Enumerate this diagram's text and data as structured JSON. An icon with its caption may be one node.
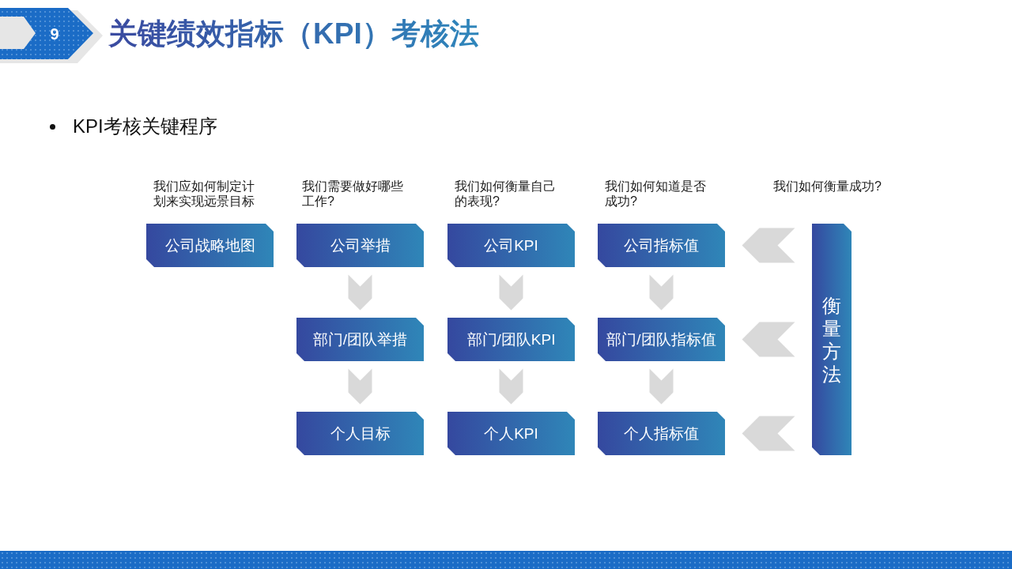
{
  "diagram": {
    "title": "关键绩效指标（KPI）考核法",
    "nodes": [
      {
        "text": [
          "公司战略地图"
        ],
        "beside": [
          "我们应如何制定计划来实现远景目标"
        ]
      },
      {
        "text": [
          "公司举措"
        ],
        "beside": [
          "我们需要做好哪些工作?"
        ]
      },
      {
        "text": [
          "公司KPI"
        ],
        "beside": [
          "我们如何衡量自己的表现?"
        ]
      },
      {
        "text": [
          "公司指标值"
        ],
        "beside": [
          "我们如何知道是否成功?"
        ]
      },
      {
        "text": [
          "衡量方法"
        ],
        "beside": [
          "我们如何衡量成功?"
        ]
      },
      {
        "text": [
          "部门/团队举措"
        ]
      },
      {
        "text": [
          "部门/团队KPI"
        ]
      },
      {
        "text": [
          "部门/团队指标值"
        ]
      },
      {
        "text": [
          "个人目标"
        ]
      },
      {
        "text": [
          "个人KPI"
        ]
      },
      {
        "text": [
          "个人指标值"
        ]
      }
    ],
    "edges": [
      {
        "from": 1,
        "to": 5,
        "arrow": "to"
      },
      {
        "from": 5,
        "to": 8,
        "arrow": "to"
      },
      {
        "from": 2,
        "to": 6,
        "arrow": "to"
      },
      {
        "from": 6,
        "to": 9,
        "arrow": "to"
      },
      {
        "from": 3,
        "to": 7,
        "arrow": "to"
      },
      {
        "from": 7,
        "to": 10,
        "arrow": "to"
      },
      {
        "from": 4,
        "to": 3,
        "arrow": "to"
      },
      {
        "from": 4,
        "to": 7,
        "arrow": "to"
      },
      {
        "from": 4,
        "to": 10,
        "arrow": "to"
      }
    ],
    "labels": [
      "9",
      "KPI考核关键程序"
    ]
  }
}
